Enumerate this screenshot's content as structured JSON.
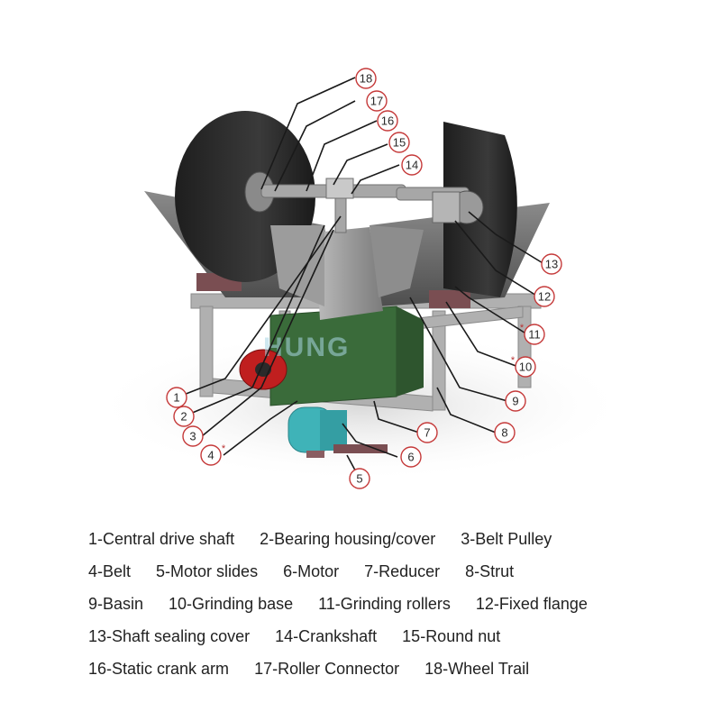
{
  "watermark": "HUNG",
  "callouts": [
    {
      "num": "1",
      "star": ""
    },
    {
      "num": "2",
      "star": ""
    },
    {
      "num": "3",
      "star": ""
    },
    {
      "num": "4",
      "star": "*"
    },
    {
      "num": "5",
      "star": ""
    },
    {
      "num": "6",
      "star": ""
    },
    {
      "num": "7",
      "star": ""
    },
    {
      "num": "8",
      "star": ""
    },
    {
      "num": "9",
      "star": ""
    },
    {
      "num": "10",
      "star": "*"
    },
    {
      "num": "11",
      "star": "*"
    },
    {
      "num": "12",
      "star": ""
    },
    {
      "num": "13",
      "star": ""
    },
    {
      "num": "14",
      "star": ""
    },
    {
      "num": "15",
      "star": ""
    },
    {
      "num": "16",
      "star": ""
    },
    {
      "num": "17",
      "star": ""
    },
    {
      "num": "18",
      "star": ""
    }
  ],
  "legend": [
    [
      "1-Central drive shaft",
      "2-Bearing housing/cover",
      "3-Belt Pulley"
    ],
    [
      "4-Belt",
      "5-Motor slides",
      "6-Motor",
      "7-Reducer",
      "8-Strut"
    ],
    [
      "9-Basin",
      "10-Grinding base",
      "11-Grinding rollers",
      "12-Fixed flange"
    ],
    [
      "13-Shaft sealing cover",
      "14-Crankshaft",
      "15-Round nut"
    ],
    [
      "16-Static crank arm",
      "17-Roller Connector",
      "18-Wheel Trail"
    ]
  ],
  "colors": {
    "roller": "#2b2b2b",
    "basin": "#6e6e6e",
    "frame": "#b0b0b0",
    "pulley": "#c01f1f",
    "motor": "#3fb3b8",
    "grinding_base": "#7a4e52",
    "watermark": "#a9d7e4"
  }
}
